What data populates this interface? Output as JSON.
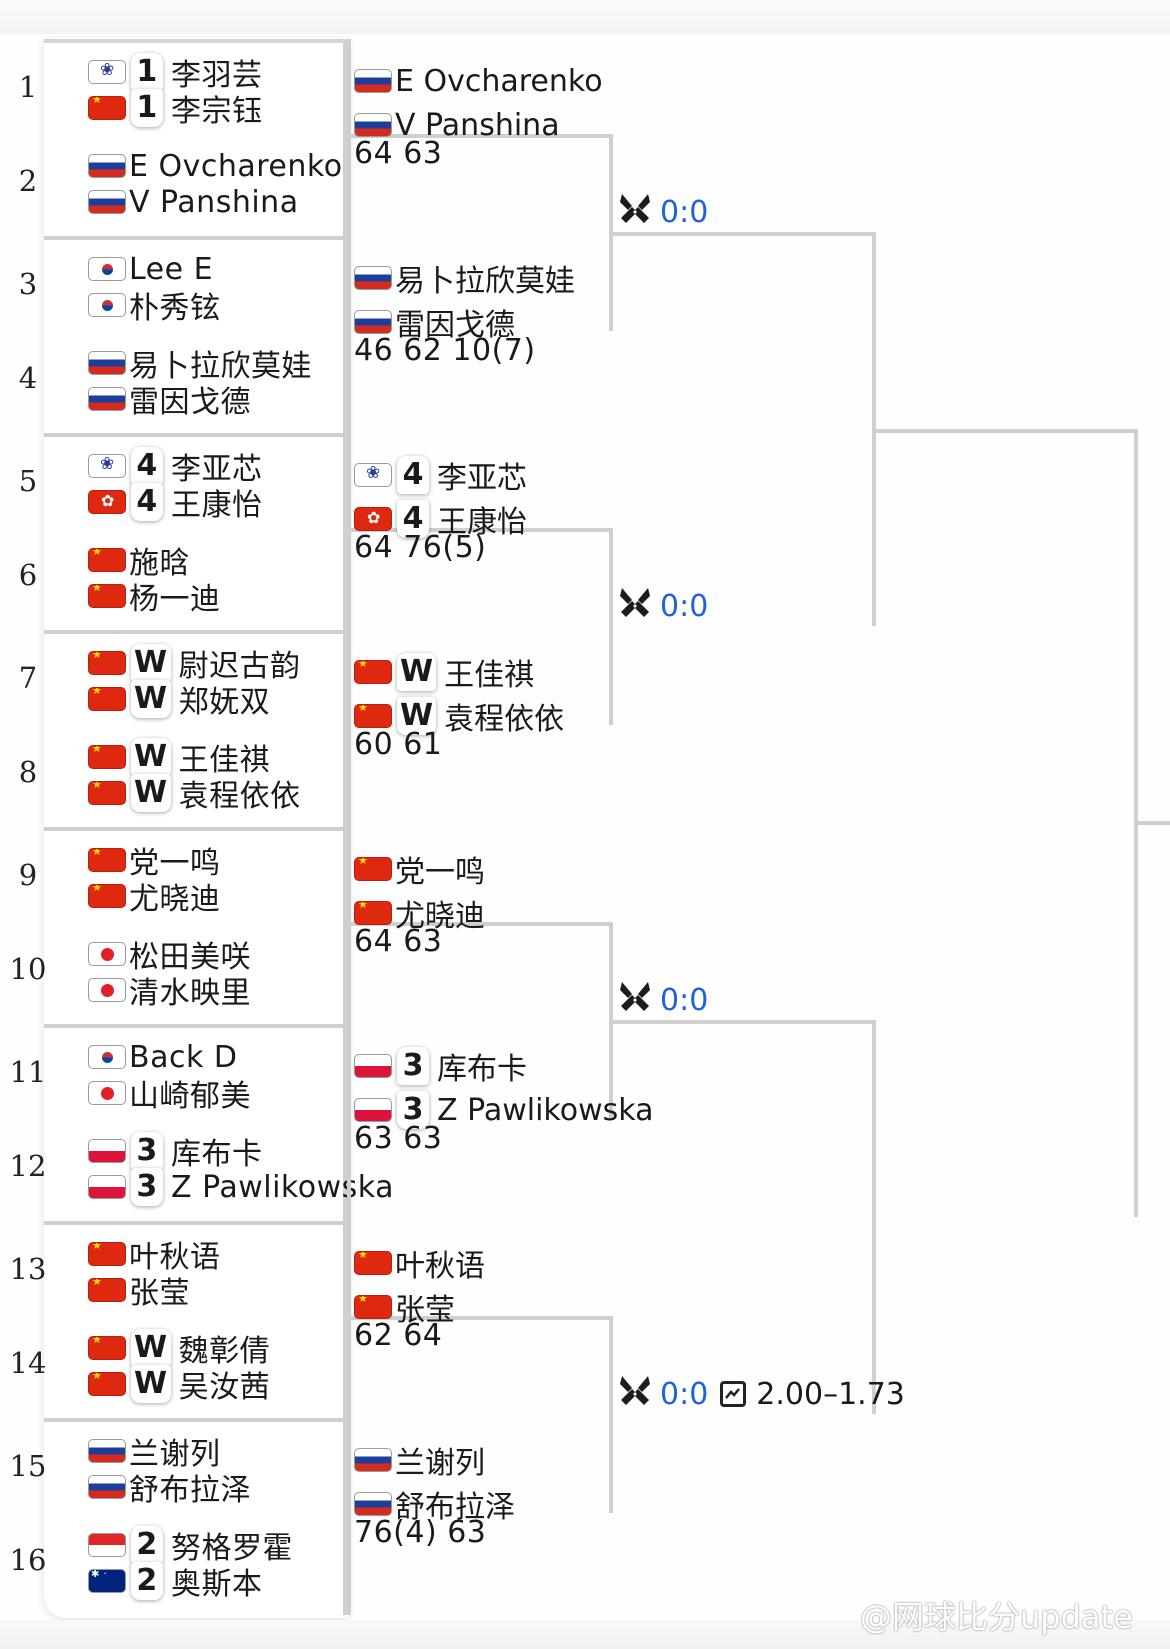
{
  "draw": {
    "first_round": [
      {
        "slot": "1",
        "players": [
          {
            "flag": "tpe",
            "seed": "1",
            "name": "李羽芸"
          },
          {
            "flag": "cn",
            "seed": "1",
            "name": "李宗钰"
          }
        ]
      },
      {
        "slot": "2",
        "players": [
          {
            "flag": "ru",
            "seed": "",
            "name": "E Ovcharenko"
          },
          {
            "flag": "ru",
            "seed": "",
            "name": "V Panshina"
          }
        ]
      },
      {
        "slot": "3",
        "players": [
          {
            "flag": "kr",
            "seed": "",
            "name": "Lee E"
          },
          {
            "flag": "kr",
            "seed": "",
            "name": "朴秀铉"
          }
        ]
      },
      {
        "slot": "4",
        "players": [
          {
            "flag": "ru",
            "seed": "",
            "name": "易卜拉欣莫娃"
          },
          {
            "flag": "ru",
            "seed": "",
            "name": "雷因戈德"
          }
        ]
      },
      {
        "slot": "5",
        "players": [
          {
            "flag": "tpe",
            "seed": "4",
            "name": "李亚芯"
          },
          {
            "flag": "hk",
            "seed": "4",
            "name": "王康怡"
          }
        ]
      },
      {
        "slot": "6",
        "players": [
          {
            "flag": "cn",
            "seed": "",
            "name": "施晗"
          },
          {
            "flag": "cn",
            "seed": "",
            "name": "杨一迪"
          }
        ]
      },
      {
        "slot": "7",
        "players": [
          {
            "flag": "cn",
            "seed": "W",
            "name": "尉迟古韵"
          },
          {
            "flag": "cn",
            "seed": "W",
            "name": "郑妩双"
          }
        ]
      },
      {
        "slot": "8",
        "players": [
          {
            "flag": "cn",
            "seed": "W",
            "name": "王佳祺"
          },
          {
            "flag": "cn",
            "seed": "W",
            "name": "袁程依依"
          }
        ]
      },
      {
        "slot": "9",
        "players": [
          {
            "flag": "cn",
            "seed": "",
            "name": "党一鸣"
          },
          {
            "flag": "cn",
            "seed": "",
            "name": "尤晓迪"
          }
        ]
      },
      {
        "slot": "10",
        "players": [
          {
            "flag": "jp",
            "seed": "",
            "name": "松田美咲"
          },
          {
            "flag": "jp",
            "seed": "",
            "name": "清水映里"
          }
        ]
      },
      {
        "slot": "11",
        "players": [
          {
            "flag": "kr",
            "seed": "",
            "name": "Back D"
          },
          {
            "flag": "jp",
            "seed": "",
            "name": "山崎郁美"
          }
        ]
      },
      {
        "slot": "12",
        "players": [
          {
            "flag": "pl",
            "seed": "3",
            "name": "库布卡"
          },
          {
            "flag": "pl",
            "seed": "3",
            "name": "Z Pawlikowska"
          }
        ]
      },
      {
        "slot": "13",
        "players": [
          {
            "flag": "cn",
            "seed": "",
            "name": "叶秋语"
          },
          {
            "flag": "cn",
            "seed": "",
            "name": "张莹"
          }
        ]
      },
      {
        "slot": "14",
        "players": [
          {
            "flag": "cn",
            "seed": "W",
            "name": "魏彰倩"
          },
          {
            "flag": "cn",
            "seed": "W",
            "name": "吴汝茜"
          }
        ]
      },
      {
        "slot": "15",
        "players": [
          {
            "flag": "ru",
            "seed": "",
            "name": "兰谢列"
          },
          {
            "flag": "ru",
            "seed": "",
            "name": "舒布拉泽"
          }
        ]
      },
      {
        "slot": "16",
        "players": [
          {
            "flag": "id",
            "seed": "2",
            "name": "努格罗霍"
          },
          {
            "flag": "au",
            "seed": "2",
            "name": "奥斯本"
          }
        ]
      }
    ],
    "second_round": [
      {
        "players": [
          {
            "flag": "ru",
            "seed": "",
            "name": "E Ovcharenko"
          },
          {
            "flag": "ru",
            "seed": "",
            "name": "V Panshina"
          }
        ],
        "score": "64 63"
      },
      {
        "players": [
          {
            "flag": "ru",
            "seed": "",
            "name": "易卜拉欣莫娃"
          },
          {
            "flag": "ru",
            "seed": "",
            "name": "雷因戈德"
          }
        ],
        "score": "46 62 10(7)"
      },
      {
        "players": [
          {
            "flag": "tpe",
            "seed": "4",
            "name": "李亚芯"
          },
          {
            "flag": "hk",
            "seed": "4",
            "name": "王康怡"
          }
        ],
        "score": "64 76(5)"
      },
      {
        "players": [
          {
            "flag": "cn",
            "seed": "W",
            "name": "王佳祺"
          },
          {
            "flag": "cn",
            "seed": "W",
            "name": "袁程依依"
          }
        ],
        "score": "60 61"
      },
      {
        "players": [
          {
            "flag": "cn",
            "seed": "",
            "name": "党一鸣"
          },
          {
            "flag": "cn",
            "seed": "",
            "name": "尤晓迪"
          }
        ],
        "score": "64 63"
      },
      {
        "players": [
          {
            "flag": "pl",
            "seed": "3",
            "name": "库布卡"
          },
          {
            "flag": "pl",
            "seed": "3",
            "name": "Z Pawlikowska"
          }
        ],
        "score": "63 63"
      },
      {
        "players": [
          {
            "flag": "cn",
            "seed": "",
            "name": "叶秋语"
          },
          {
            "flag": "cn",
            "seed": "",
            "name": "张莹"
          }
        ],
        "score": "62 64"
      },
      {
        "players": [
          {
            "flag": "ru",
            "seed": "",
            "name": "兰谢列"
          },
          {
            "flag": "ru",
            "seed": "",
            "name": "舒布拉泽"
          }
        ],
        "score": "76(4) 63"
      }
    ],
    "quarterfinals": [
      {
        "h2h_icon": "crossed-swords-icon",
        "h2h": "0:0",
        "odds": ""
      },
      {
        "h2h_icon": "crossed-swords-icon",
        "h2h": "0:0",
        "odds": ""
      },
      {
        "h2h_icon": "crossed-swords-icon",
        "h2h": "0:0",
        "odds": ""
      },
      {
        "h2h_icon": "crossed-swords-icon",
        "h2h": "0:0",
        "odds_icon": "chart-icon",
        "odds": "2.00–1.73"
      }
    ]
  },
  "colors": {
    "h2h_blue": "#1f63d6",
    "line_gray": "#cfcfcf"
  },
  "watermark": "@网球比分update"
}
